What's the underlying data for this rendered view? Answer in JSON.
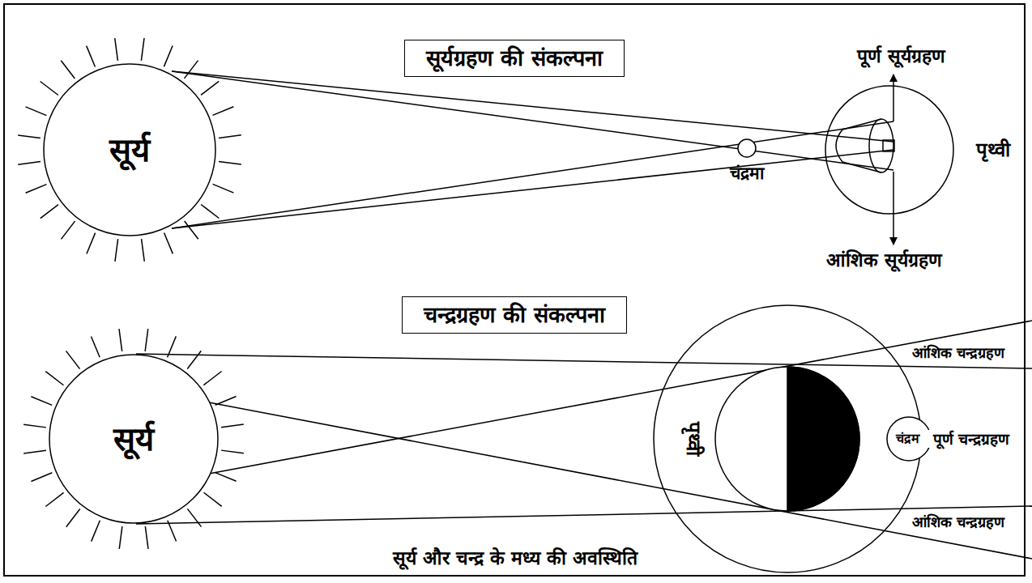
{
  "diagram": {
    "caption": "सूर्य और चन्द्र के मध्य की अवस्थिति",
    "nodes": [
      {
        "text": [
          "सूर्यग्रहण की संकल्पना"
        ]
      },
      {
        "text": [
          "सूर्य"
        ]
      },
      {
        "text": [
          "चंद्रमा"
        ]
      },
      {
        "text": [
          "पृथ्वी"
        ]
      },
      {
        "text": [
          "चन्द्रग्रहण की संकल्पना"
        ]
      },
      {
        "text": [
          "सूर्य"
        ]
      },
      {
        "text": [
          "पृथ्वी"
        ]
      },
      {
        "text": [
          "चंद्रमा"
        ]
      }
    ],
    "labels": [
      "पूर्ण सूर्यग्रहण",
      "आंशिक सूर्यग्रहण",
      "आंशिक चन्द्रग्रहण",
      "पूर्ण चन्द्रग्रहण",
      "आंशिक चन्द्रग्रहण"
    ]
  }
}
